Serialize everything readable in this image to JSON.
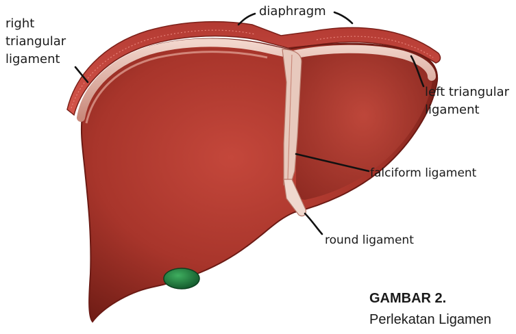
{
  "labels": {
    "diaphragm": "diaphragm",
    "right_triangular_line1": "right",
    "right_triangular_line2": "triangular",
    "right_triangular_line3": "ligament",
    "left_triangular_line1": "left triangular",
    "left_triangular_line2": "ligament",
    "falciform": "falciform ligament",
    "round": "round ligament"
  },
  "caption": {
    "title": "GAMBAR 2.",
    "subtitle": "Perlekatan Ligamen"
  },
  "colors": {
    "liver": "#a8352b",
    "liver_dark": "#7a1f18",
    "diaphragm": "#c0443c",
    "membrane": "#e8c9bd",
    "gallbladder": "#1f7a3a"
  }
}
